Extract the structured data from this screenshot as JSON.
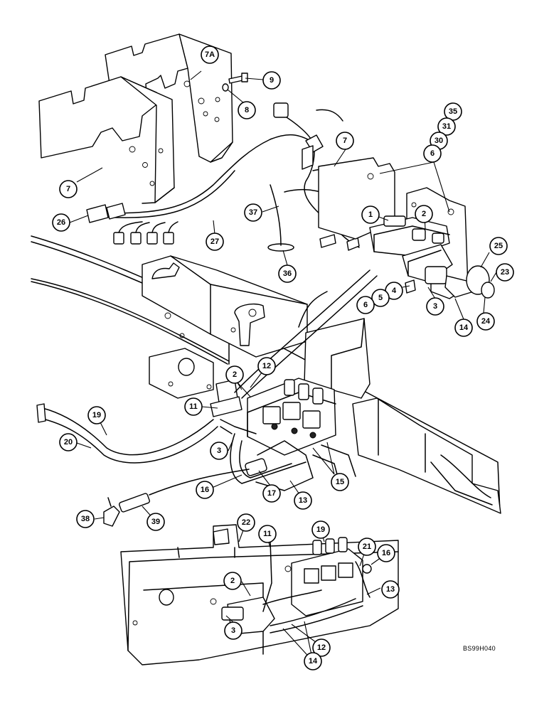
{
  "drawing_code": "BS99H040",
  "callouts": {
    "c1": "1",
    "c2a": "2",
    "c2b": "2",
    "c2c": "2",
    "c3a": "3",
    "c3b": "3",
    "c3c": "3",
    "c4": "4",
    "c5": "5",
    "c6a": "6",
    "c6b": "6",
    "c7a": "7",
    "c7b": "7",
    "c7A": "7A",
    "c8": "8",
    "c9": "9",
    "c11a": "11",
    "c11b": "11",
    "c12a": "12",
    "c12b": "12",
    "c13a": "13",
    "c13b": "13",
    "c14a": "14",
    "c14b": "14",
    "c15": "15",
    "c16a": "16",
    "c16b": "16",
    "c17": "17",
    "c19a": "19",
    "c19b": "19",
    "c20": "20",
    "c21": "21",
    "c22": "22",
    "c23": "23",
    "c24": "24",
    "c25": "25",
    "c26": "26",
    "c27": "27",
    "c30": "30",
    "c31": "31",
    "c35": "35",
    "c36": "36",
    "c37": "37",
    "c38": "38",
    "c39": "39"
  }
}
